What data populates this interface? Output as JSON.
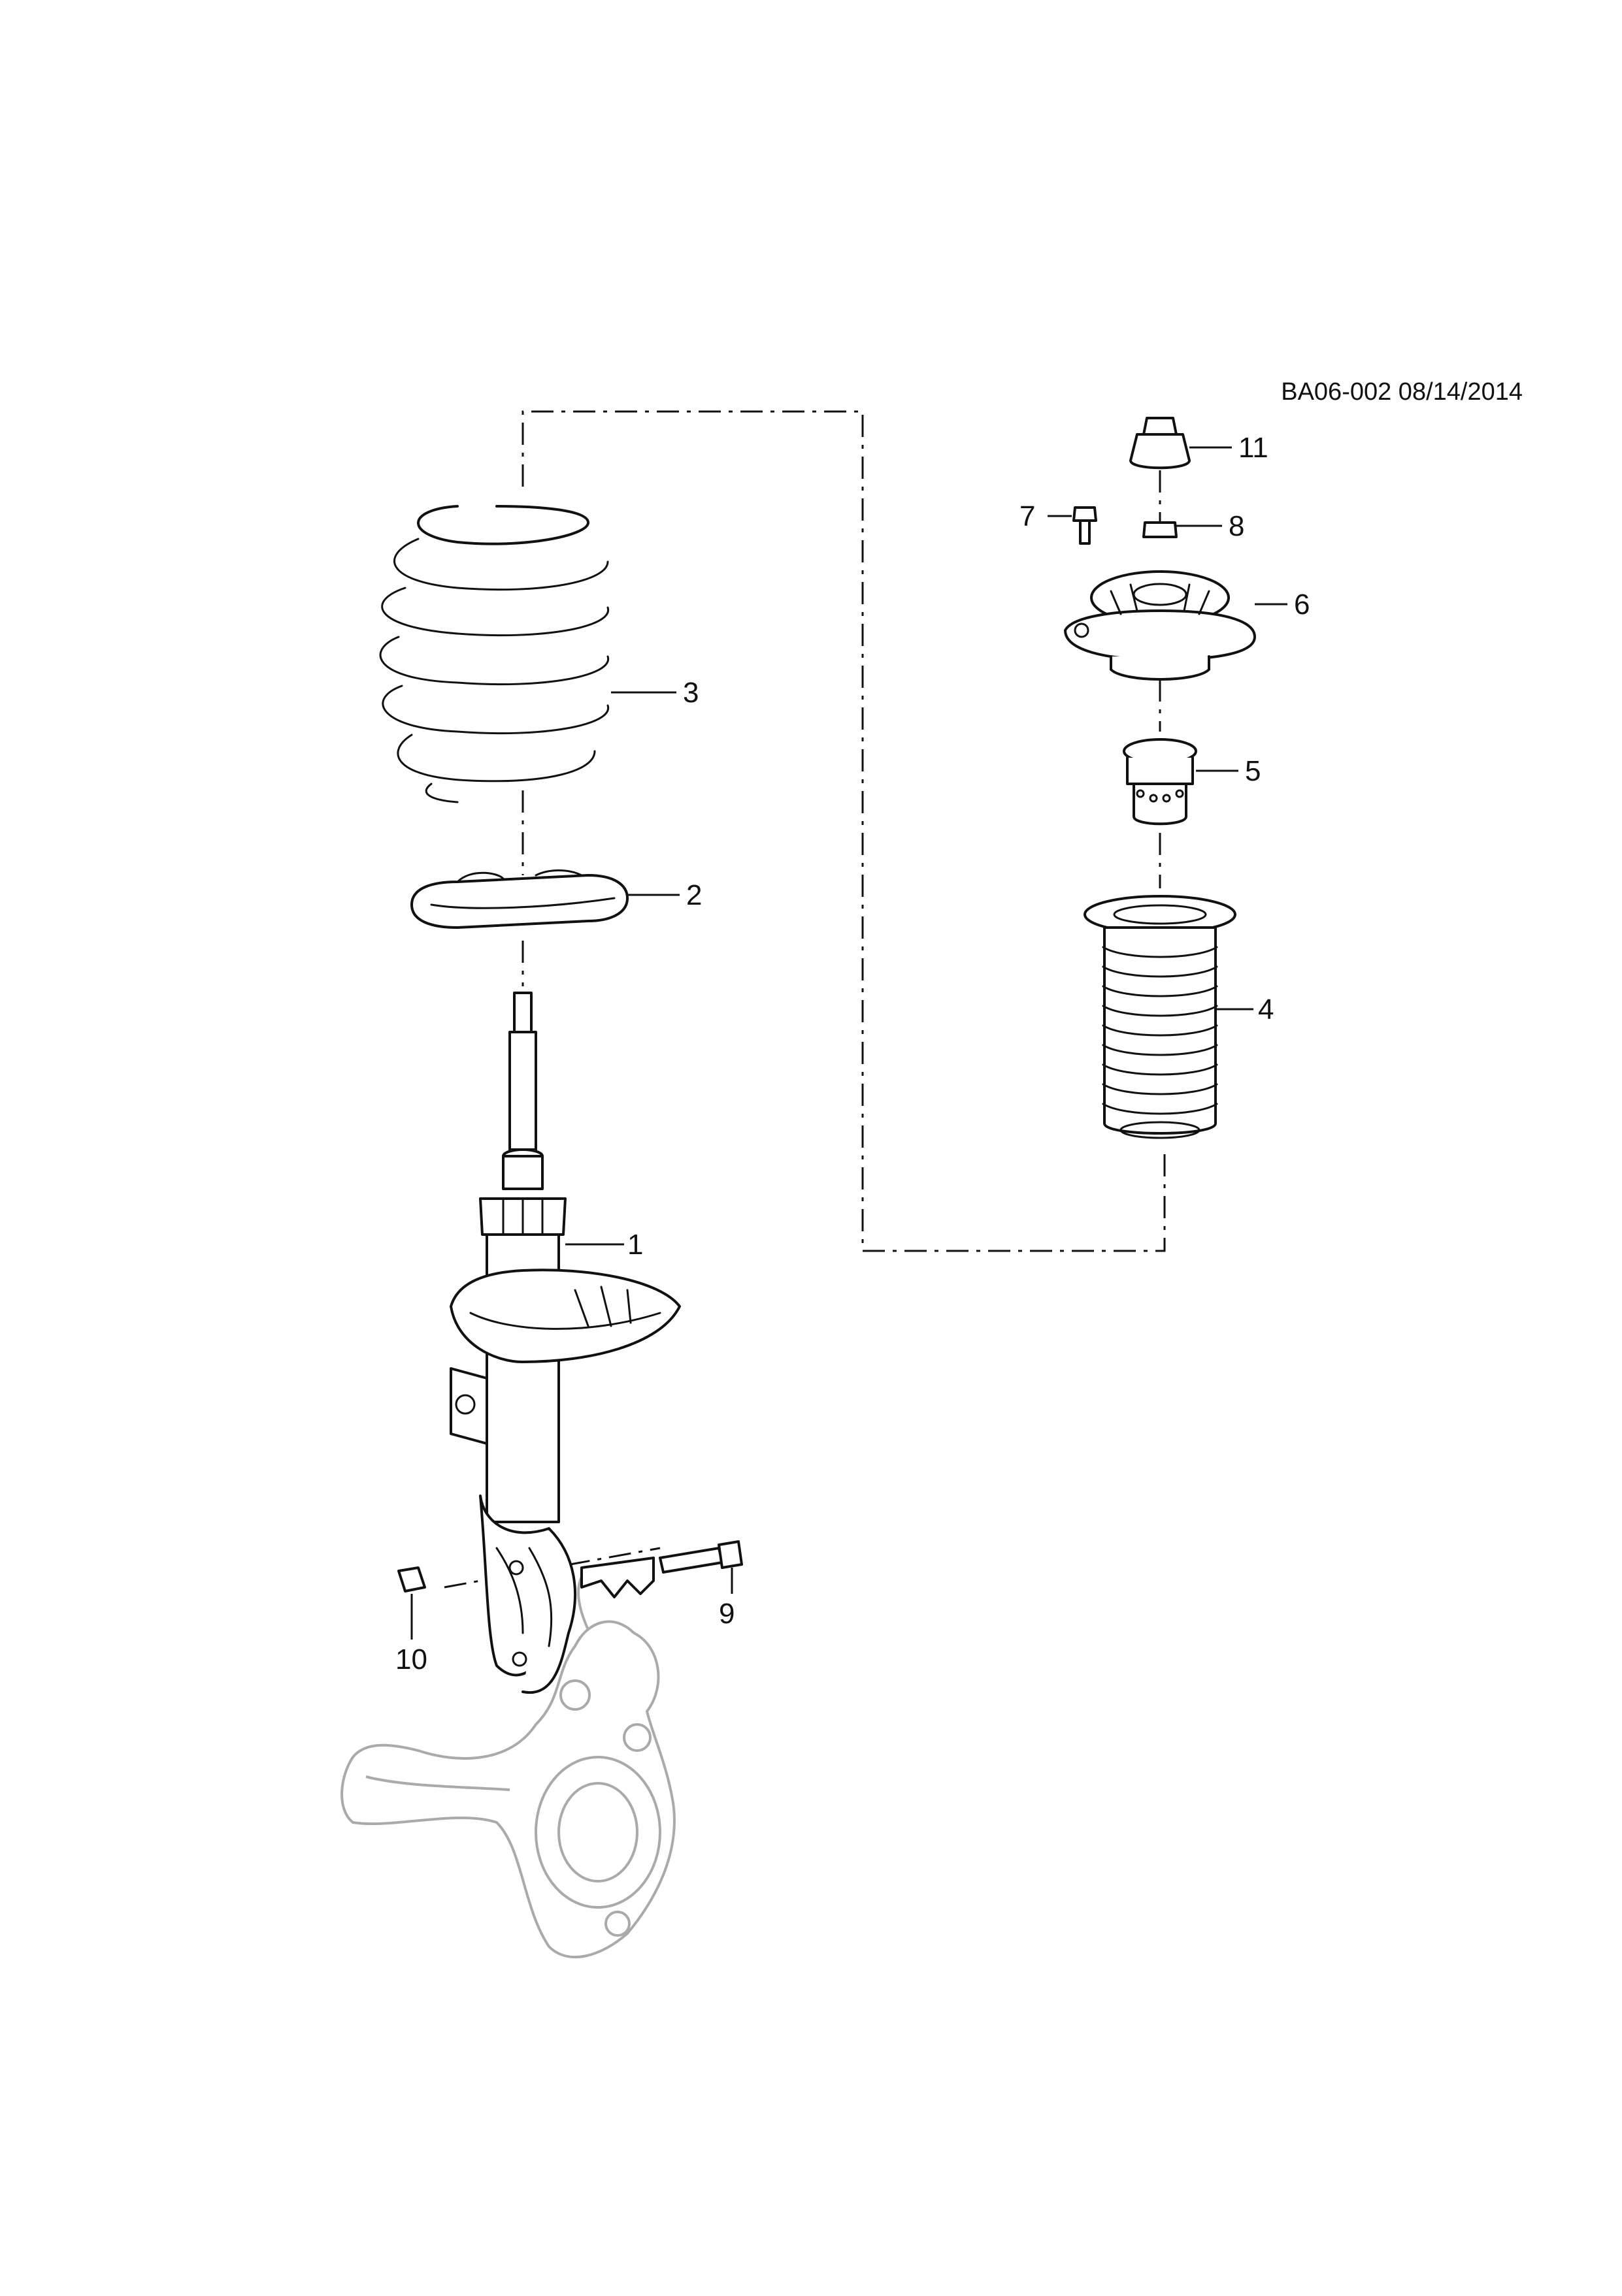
{
  "reference": "BA06-002 08/14/2014",
  "callouts": [
    {
      "id": "1",
      "text": "1"
    },
    {
      "id": "2",
      "text": "2"
    },
    {
      "id": "3",
      "text": "3"
    },
    {
      "id": "4",
      "text": "4"
    },
    {
      "id": "5",
      "text": "5"
    },
    {
      "id": "6",
      "text": "6"
    },
    {
      "id": "7",
      "text": "7"
    },
    {
      "id": "8",
      "text": "8"
    },
    {
      "id": "9",
      "text": "9"
    },
    {
      "id": "10",
      "text": "10"
    },
    {
      "id": "11",
      "text": "11"
    }
  ]
}
